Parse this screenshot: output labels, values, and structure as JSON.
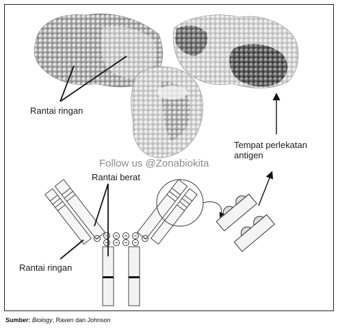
{
  "labels": {
    "light_chain_top": "Rantai ringan",
    "heavy_chain": "Rantai berat",
    "light_chain_bottom": "Rantai ringan",
    "binding_site_line1": "Tempat perlekatan",
    "binding_site_line2": "antigen"
  },
  "watermark": "Follow us @Zonabiokita",
  "source": {
    "prefix": "Sumber:",
    "book": "Biology",
    "authors": ", Raven dan Johnson"
  }
}
